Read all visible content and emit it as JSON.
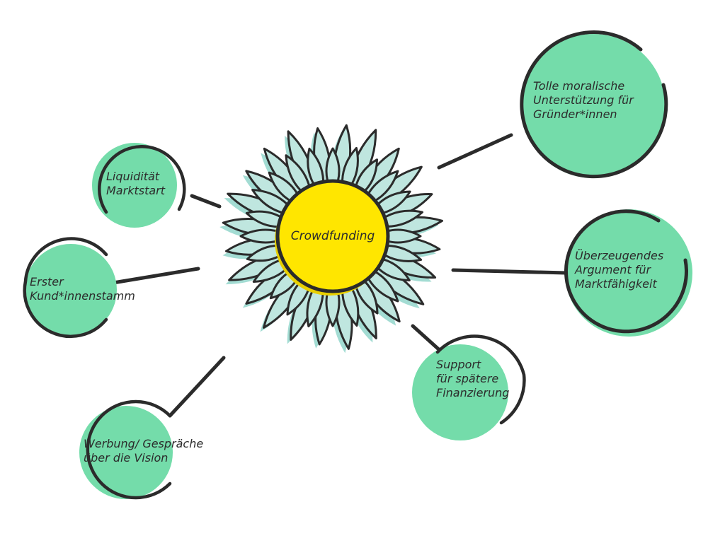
{
  "diagram": {
    "center": {
      "label": "Crowdfunding"
    },
    "nodes": [
      {
        "id": "liquiditaet",
        "lines": [
          "Liquidität",
          "Marktstart"
        ]
      },
      {
        "id": "erster",
        "lines": [
          "Erster",
          "Kund*innenstamm"
        ]
      },
      {
        "id": "werbung",
        "lines": [
          "Werbung/ Gespräche",
          "über die Vision"
        ]
      },
      {
        "id": "moral",
        "lines": [
          "Tolle moralische",
          "Unterstützung für",
          "Gründer*innen"
        ]
      },
      {
        "id": "argument",
        "lines": [
          "Überzeugendes",
          "Argument für",
          "Marktfähigkeit"
        ]
      },
      {
        "id": "support",
        "lines": [
          "Support",
          "für spätere",
          "Finanzierung"
        ]
      }
    ],
    "colors": {
      "node_fill": "#74dcaa",
      "outline": "#2b2b2b",
      "petal_fill": "#bfe6df",
      "petal_shadow": "#a3dcd3",
      "center_fill": "#ffe600",
      "center_shadow": "#e8cf00"
    }
  }
}
